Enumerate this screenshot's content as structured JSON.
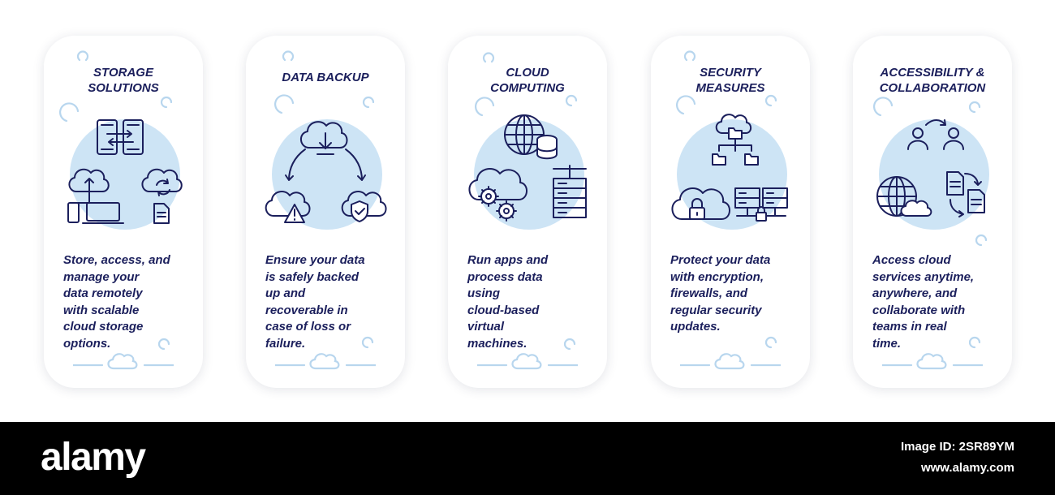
{
  "cards": [
    {
      "title": "STORAGE\nSOLUTIONS",
      "description": "Store, access, and\nmanage your\ndata remotely\nwith scalable\ncloud storage\noptions.",
      "icons": [
        "phone-transfer-icon",
        "cloud-upload-icon",
        "laptop-icon",
        "cloud-sync-icon",
        "document-icon"
      ]
    },
    {
      "title": "DATA BACKUP",
      "description": "Ensure your data\nis safely backed\nup and\nrecoverable in\ncase of loss or\nfailure.",
      "icons": [
        "cloud-download-icon",
        "cloud-warning-icon",
        "cloud-shield-icon",
        "cycle-arrows-icon"
      ]
    },
    {
      "title": "CLOUD\nCOMPUTING",
      "description": "Run apps and\nprocess data\nusing\ncloud-based\nvirtual\nmachines.",
      "icons": [
        "globe-icon",
        "database-icon",
        "cloud-gears-icon",
        "server-rack-icon"
      ]
    },
    {
      "title": "SECURITY\nMEASURES",
      "description": "Protect your data\nwith encryption,\nfirewalls, and\nregular security\nupdates.",
      "icons": [
        "cloud-folders-icon",
        "cloud-lock-icon",
        "server-lock-icon"
      ]
    },
    {
      "title": "ACCESSIBILITY &\nCOLLABORATION",
      "description": "Access cloud\nservices anytime,\nanywhere, and\ncollaborate with\nteams in real\ntime.",
      "icons": [
        "users-exchange-icon",
        "globe-cloud-icon",
        "document-exchange-icon"
      ]
    }
  ],
  "watermark": {
    "brand": "alamy",
    "image_id": "Image ID: 2SR89YM",
    "site": "www.alamy.com"
  },
  "colors": {
    "text": "#1b1f5c",
    "accent_bubble": "#cde4f5",
    "decor": "#b8d6ee"
  }
}
